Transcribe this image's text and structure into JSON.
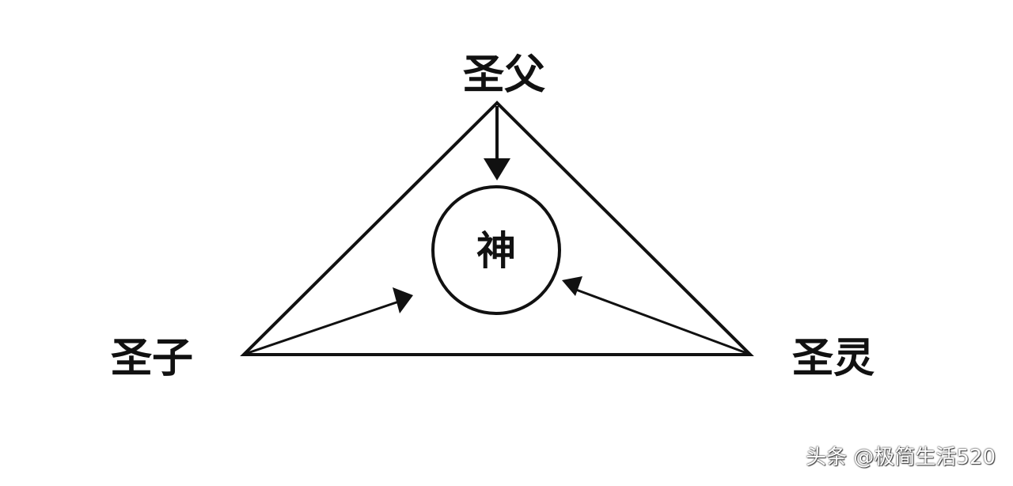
{
  "nodes": {
    "top": "圣父",
    "left": "圣子",
    "right": "圣灵",
    "center": "神"
  },
  "watermark": "头条 @极简生活520"
}
